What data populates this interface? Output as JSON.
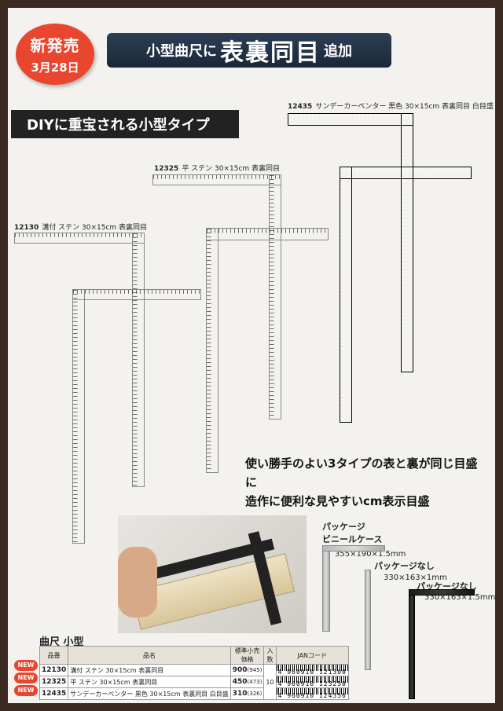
{
  "badge": {
    "line1": "新発売",
    "line2": "3月28日"
  },
  "headline": {
    "part1": "小型曲尺に",
    "part2": "表裏同目",
    "part3": "追加"
  },
  "subhead": "DIYに重宝される小型タイプ",
  "products_labels": [
    {
      "code": "12435",
      "desc": "サンデーカーペンター 黒色 30×15cm 表裏同目 白目盛"
    },
    {
      "code": "12325",
      "desc": "平 ステン 30×15cm 表裏同目"
    },
    {
      "code": "12130",
      "desc": "溝付 ステン 30×15cm 表裏同目"
    }
  ],
  "features": [
    "使い勝手のよい3タイプの表と裏が同じ目盛に",
    "造作に便利な見やすいcm表示目盛"
  ],
  "packages": [
    {
      "title": "パッケージ",
      "subtitle": "ビニールケース",
      "size": "355×190×1.5mm"
    },
    {
      "title": "パッケージなし",
      "size": "330×163×1mm"
    },
    {
      "title": "パッケージなし",
      "size": "330×163×1.5mm"
    }
  ],
  "spec": {
    "title": "曲尺 小型",
    "headers": [
      "品番",
      "品名",
      "標準小売価格",
      "入数",
      "JANコード"
    ],
    "new_label": "NEW",
    "rows": [
      {
        "code": "12130",
        "name": "溝付 ステン 30×15cm 表裏同目",
        "price": "900",
        "price_tax": "(945)",
        "jan_prefix": "4",
        "jan": "960910 121300"
      },
      {
        "code": "12325",
        "name": "平 ステン 30×15cm 表裏同目",
        "price": "450",
        "price_tax": "(473)",
        "jan_prefix": "4",
        "jan": "960910 123250"
      },
      {
        "code": "12435",
        "name": "サンデーカーペンター 黒色 30×15cm 表裏同目 白目盛",
        "price": "310",
        "price_tax": "(326)",
        "jan_prefix": "4",
        "jan": "960910 124356"
      }
    ],
    "qty": "10"
  },
  "colors": {
    "badge": "#e8462e",
    "headline_bg": "#1f2d40",
    "subhead_bg": "#222222"
  }
}
